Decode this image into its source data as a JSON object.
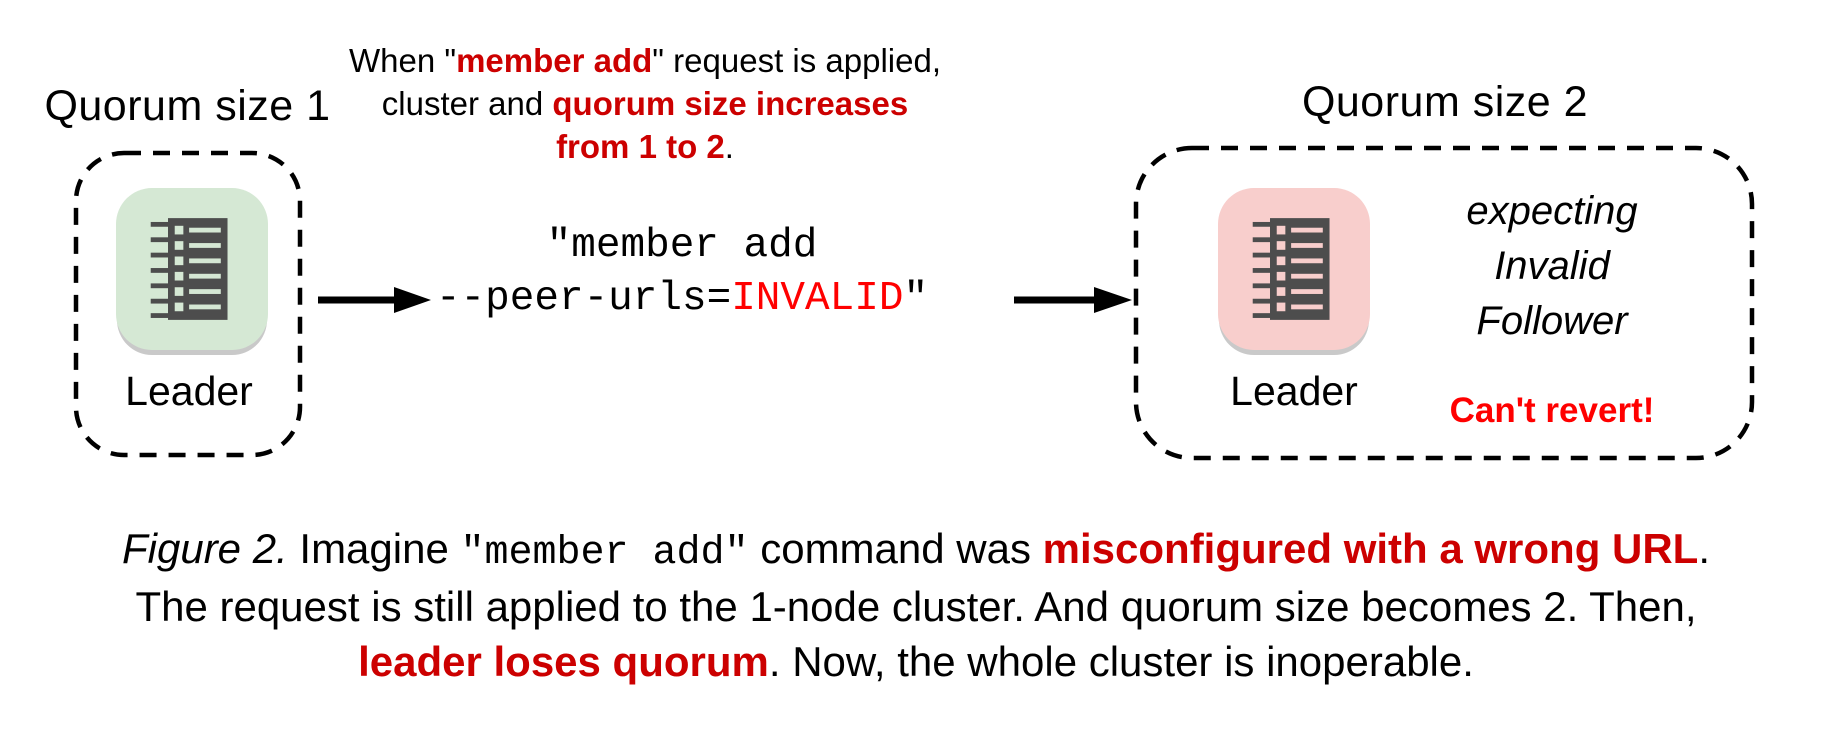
{
  "left_group": {
    "title": "Quorum size 1",
    "node_label": "Leader"
  },
  "note": {
    "line1": {
      "s1": "When \"",
      "red": "member add",
      "s2": "\" request is applied,"
    },
    "line2": {
      "s1": "cluster and ",
      "red": "quorum size increases"
    },
    "line3": {
      "red": "from 1 to 2",
      "s2": "."
    }
  },
  "command": {
    "line1": "\"member add",
    "line2": {
      "s1": "--peer-urls=",
      "invalid": "INVALID",
      "s2": "\""
    }
  },
  "right_group": {
    "title": "Quorum size 2",
    "node_label": "Leader",
    "expect_line1": "expecting",
    "expect_line2": "Invalid",
    "expect_line3": "Follower",
    "warning": "Can't revert!"
  },
  "caption": {
    "line1": {
      "figure": "Figure 2.",
      "s1": " Imagine ",
      "mono": "\"member add\"",
      "s2": " command was ",
      "red": "misconfigured with a wrong URL",
      "s3": "."
    },
    "line2": "The request is still applied to the 1-node cluster. And quorum size becomes 2. Then,",
    "line3": {
      "red": "leader loses quorum",
      "s1": ". Now, the whole cluster is inoperable."
    }
  },
  "icons": {
    "left_node": "server-icon",
    "right_node": "server-icon"
  },
  "colors": {
    "accent_red": "#cc0000",
    "bright_red": "#ff0000",
    "node_green_bg": "#d5e8d4",
    "node_pink_bg": "#f8cecc",
    "icon_dark": "#4d4d4d",
    "border": "#000000"
  }
}
